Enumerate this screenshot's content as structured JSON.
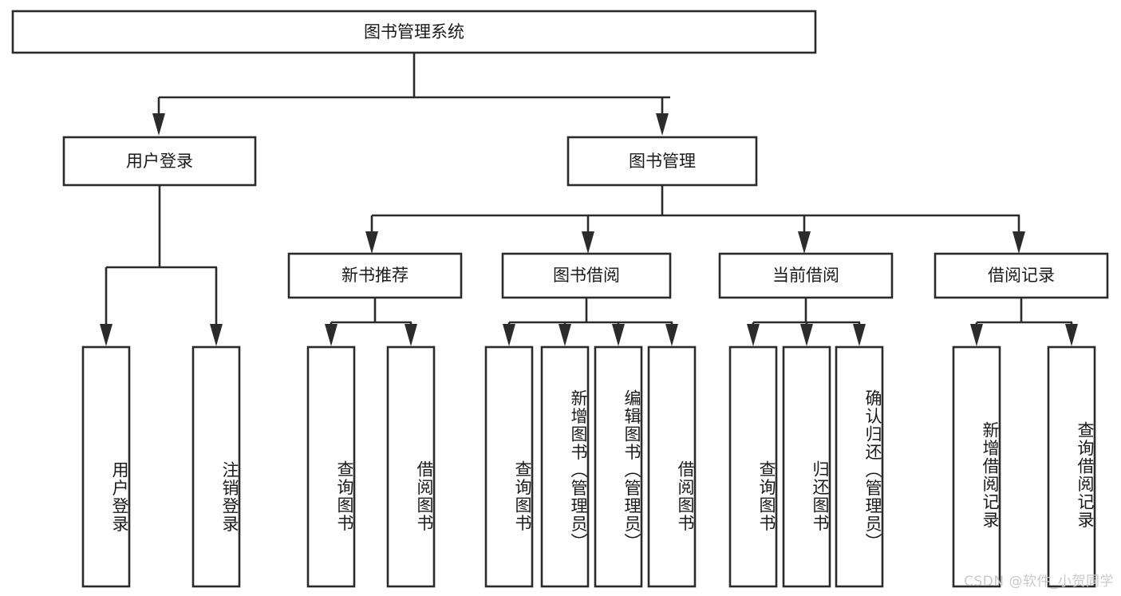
{
  "diagram": {
    "type": "tree-hierarchy",
    "title": "图书管理系统",
    "watermark": "CSDN @软件_小贺同学",
    "root": {
      "label": "图书管理系统",
      "id": "root"
    },
    "level2": [
      {
        "id": "user-login",
        "label": "用户登录"
      },
      {
        "id": "book-management",
        "label": "图书管理"
      }
    ],
    "level3": [
      {
        "id": "new-book-recommend",
        "label": "新书推荐",
        "parent": "book-management"
      },
      {
        "id": "book-borrow",
        "label": "图书借阅",
        "parent": "book-management"
      },
      {
        "id": "current-borrow",
        "label": "当前借阅",
        "parent": "book-management"
      },
      {
        "id": "borrow-record",
        "label": "借阅记录",
        "parent": "book-management"
      }
    ],
    "leaves": {
      "user-login": [
        {
          "id": "leaf-user-login",
          "label": "用户登录"
        },
        {
          "id": "leaf-user-logout",
          "label": "注销登录"
        }
      ],
      "new-book-recommend": [
        {
          "id": "leaf-query-book-1",
          "label": "查询图书"
        },
        {
          "id": "leaf-borrow-book-1",
          "label": "借阅图书"
        }
      ],
      "book-borrow": [
        {
          "id": "leaf-query-book-2",
          "label": "查询图书"
        },
        {
          "id": "leaf-add-book",
          "label": "新增图书（管理员）"
        },
        {
          "id": "leaf-edit-book",
          "label": "编辑图书（管理员）"
        },
        {
          "id": "leaf-borrow-book-2",
          "label": "借阅图书"
        }
      ],
      "current-borrow": [
        {
          "id": "leaf-query-book-3",
          "label": "查询图书"
        },
        {
          "id": "leaf-return-book",
          "label": "归还图书"
        },
        {
          "id": "leaf-confirm-return",
          "label": "确认归还（管理员）"
        }
      ],
      "borrow-record": [
        {
          "id": "leaf-add-record",
          "label": "新增借阅记录"
        },
        {
          "id": "leaf-query-record",
          "label": "查询借阅记录"
        }
      ]
    },
    "colors": {
      "stroke": "#2b2b2b",
      "fill": "#ffffff",
      "text": "#1a1a1a",
      "watermark": "#c9c9c9"
    }
  }
}
